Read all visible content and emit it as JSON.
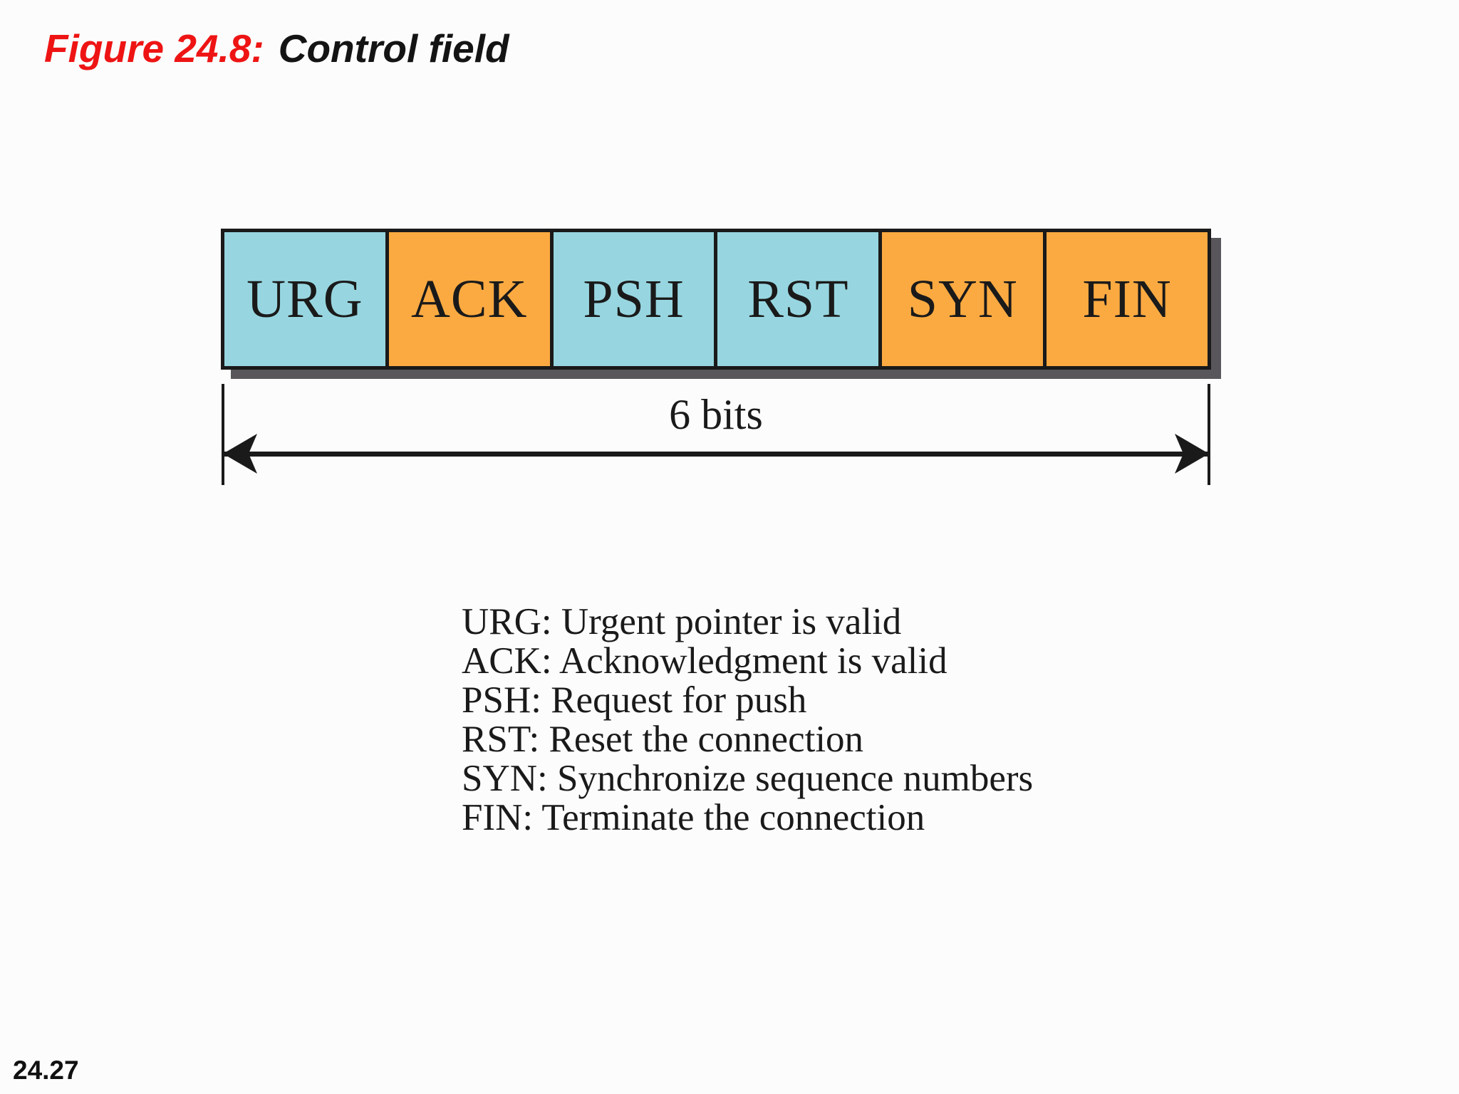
{
  "slide": {
    "title": {
      "figure_label": "Figure 24.8:",
      "figure_title": "Control field"
    },
    "page_number": "24.27"
  },
  "diagram": {
    "fields": [
      {
        "label": "URG",
        "color": "blue"
      },
      {
        "label": "ACK",
        "color": "orange"
      },
      {
        "label": "PSH",
        "color": "blue"
      },
      {
        "label": "RST",
        "color": "blue"
      },
      {
        "label": "SYN",
        "color": "orange"
      },
      {
        "label": "FIN",
        "color": "orange"
      }
    ],
    "width_label": "6 bits",
    "colors": {
      "blue": "#97d6e0",
      "orange": "#fbaa41",
      "shadow": "#58565a",
      "border": "#1a1a1a",
      "title_red": "#ee1414"
    }
  },
  "definitions": [
    "URG: Urgent pointer is valid",
    "ACK: Acknowledgment is valid",
    "PSH: Request for push",
    "RST: Reset the connection",
    "SYN: Synchronize sequence numbers",
    "FIN: Terminate the connection"
  ]
}
